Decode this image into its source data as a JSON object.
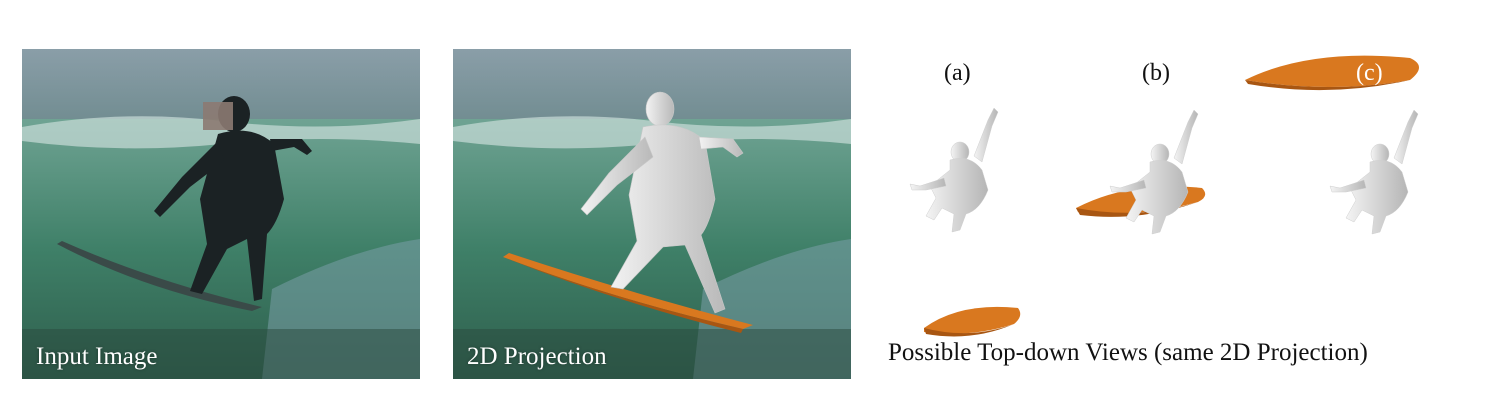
{
  "panels": {
    "input": {
      "caption": "Input Image"
    },
    "projection": {
      "caption": "2D Projection"
    }
  },
  "views": {
    "labels": [
      "(a)",
      "(b)",
      "(c)"
    ],
    "caption": "Possible Top-down Views (same 2D Projection)"
  },
  "colors": {
    "surfboard": "#d9781f",
    "surfboard_dark": "#a85612",
    "body_mesh": "#e6e6e6",
    "wave": "#4f8f78"
  }
}
